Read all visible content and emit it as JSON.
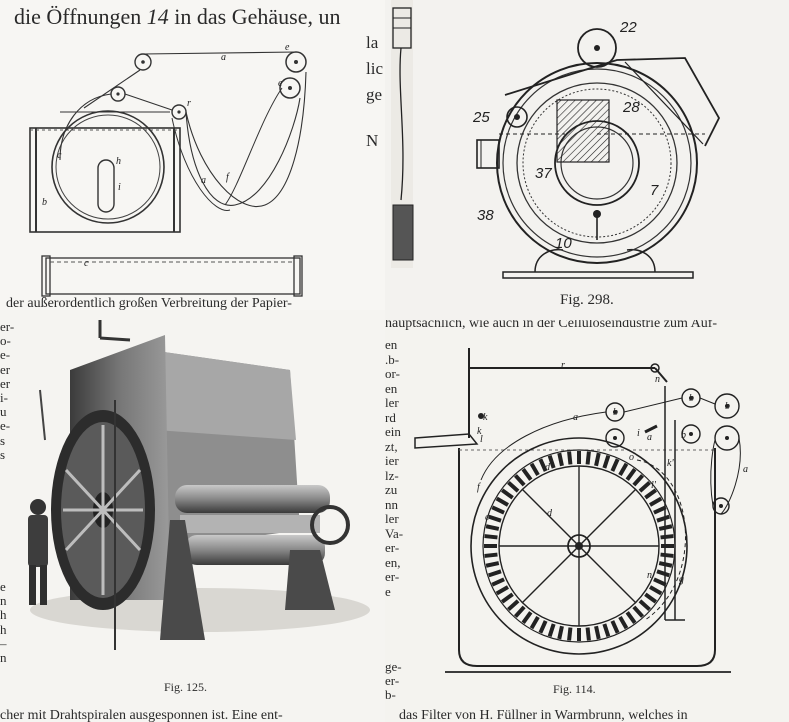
{
  "panel1": {
    "top_text_prefix": "die Öffnungen ",
    "top_text_num": "14",
    "top_text_suffix": " in das Gehäuse, ",
    "top_text_cut": "un",
    "right_fragments": [
      "la",
      "lic",
      "ge",
      "N"
    ],
    "labels": [
      "a",
      "e",
      "e'",
      "r",
      "c",
      "h",
      "i",
      "b",
      "a",
      "f",
      "c"
    ],
    "bottom_text": "der außerordentlich großen Verbreitung der Papier-"
  },
  "panel2": {
    "caption": "Fig. 298.",
    "labels": [
      "22",
      "25",
      "28",
      "37",
      "7",
      "38",
      "10"
    ]
  },
  "panel3": {
    "left_fragments": [
      "er-",
      "o-",
      "e-",
      "er",
      "er",
      "i-",
      "u",
      "e-",
      "s",
      "s",
      "e",
      "n",
      "h",
      "h",
      "–",
      "n"
    ],
    "caption": "Fig. 125.",
    "bottom_text": "cher mit Drahtspiralen ausgesponnen ist. Eine ent-"
  },
  "panel4": {
    "top_text": "hauptsächlich, wie auch in der Celluloseindustrie zum Auf-",
    "left_fragments": [
      "en",
      ".b-",
      "or-",
      "en",
      "ler",
      "rd",
      "ein",
      "zt,",
      "ier",
      "lz-",
      "zu",
      "nn",
      "ler",
      "Va-",
      "er-",
      "en,",
      "er-",
      "e",
      "ge-",
      "er-",
      "b-"
    ],
    "caption": "Fig. 114.",
    "bottom_text": "das Filter von H. Füllner in Warmbrunn, welches in",
    "labels": [
      "r",
      "n",
      "b",
      "b",
      "b",
      "k",
      "a",
      "a",
      "i",
      "l",
      "k",
      "d",
      "d",
      "c",
      "o",
      "a",
      "k'",
      "b",
      "l'",
      "f",
      "g",
      "n"
    ]
  }
}
